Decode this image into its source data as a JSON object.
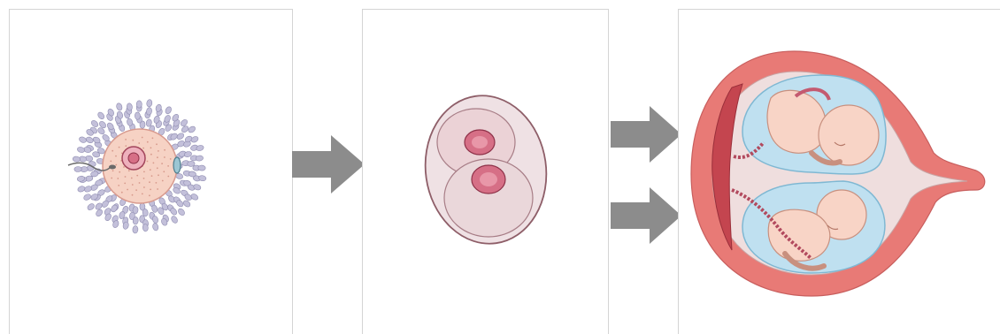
{
  "colors": {
    "background": "#ffffff",
    "panel_border": "#d4d4d4",
    "arrow": "#8c8c8c",
    "egg_cytoplasm": "#f6d2c4",
    "corona_cells": "#c3c0da",
    "nucleus": "#d66f86",
    "embryo_cell": "#ebd2d6",
    "uterus_wall": "#e87a76",
    "amniotic_fluid": "#bfe0f0",
    "fetus_skin": "#f8d4c6",
    "placenta": "#c4454f"
  },
  "panels": [
    {
      "id": "panel-1",
      "content": "fertilized-egg"
    },
    {
      "id": "panel-2",
      "content": "two-cell-embryo"
    },
    {
      "id": "panel-3",
      "content": "identical-twins-in-uterus"
    }
  ],
  "arrows": [
    "right-arrow",
    "right-arrow",
    "right-arrow"
  ]
}
